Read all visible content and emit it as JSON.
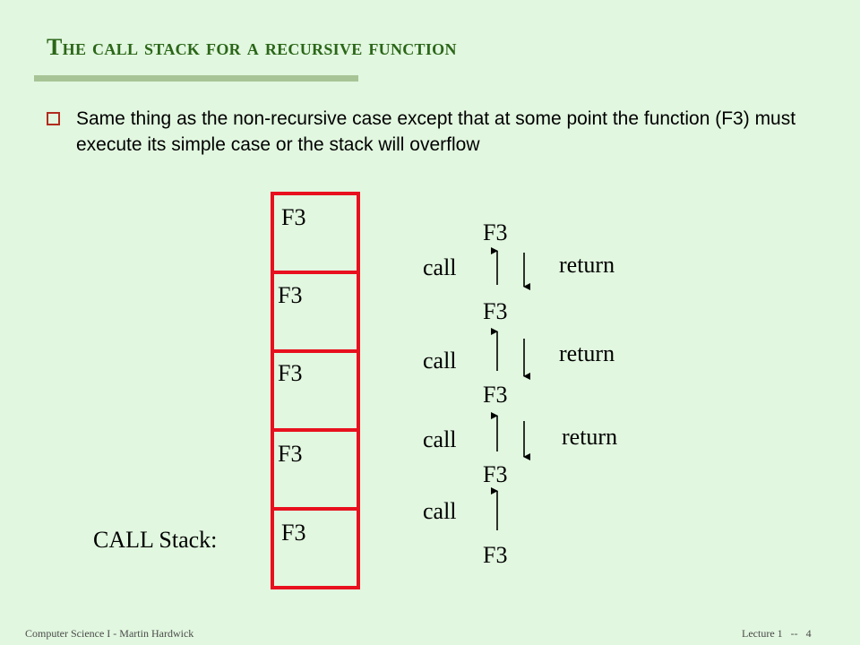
{
  "slide": {
    "title": "The call stack for a recursive function",
    "bullet": "Same thing as the non-recursive case except that at some point the function (F3) must execute its simple case or the stack will overflow"
  },
  "stack": {
    "label": "CALL Stack:",
    "frames": [
      "F3",
      "F3",
      "F3",
      "F3",
      "F3"
    ]
  },
  "chain": {
    "nodes": [
      "F3",
      "F3",
      "F3",
      "F3",
      "F3"
    ],
    "calls": [
      "call",
      "call",
      "call",
      "call"
    ],
    "returns": [
      "return",
      "return",
      "return"
    ]
  },
  "footer": {
    "left": "Computer Science I - Martin Hardwick",
    "right": "Lecture 1   --   4"
  },
  "colors": {
    "background": "#e1f7df",
    "title": "#2b6618",
    "rule": "#a7c496",
    "stack_border": "#e8101e",
    "bullet": "#b22c1e"
  }
}
